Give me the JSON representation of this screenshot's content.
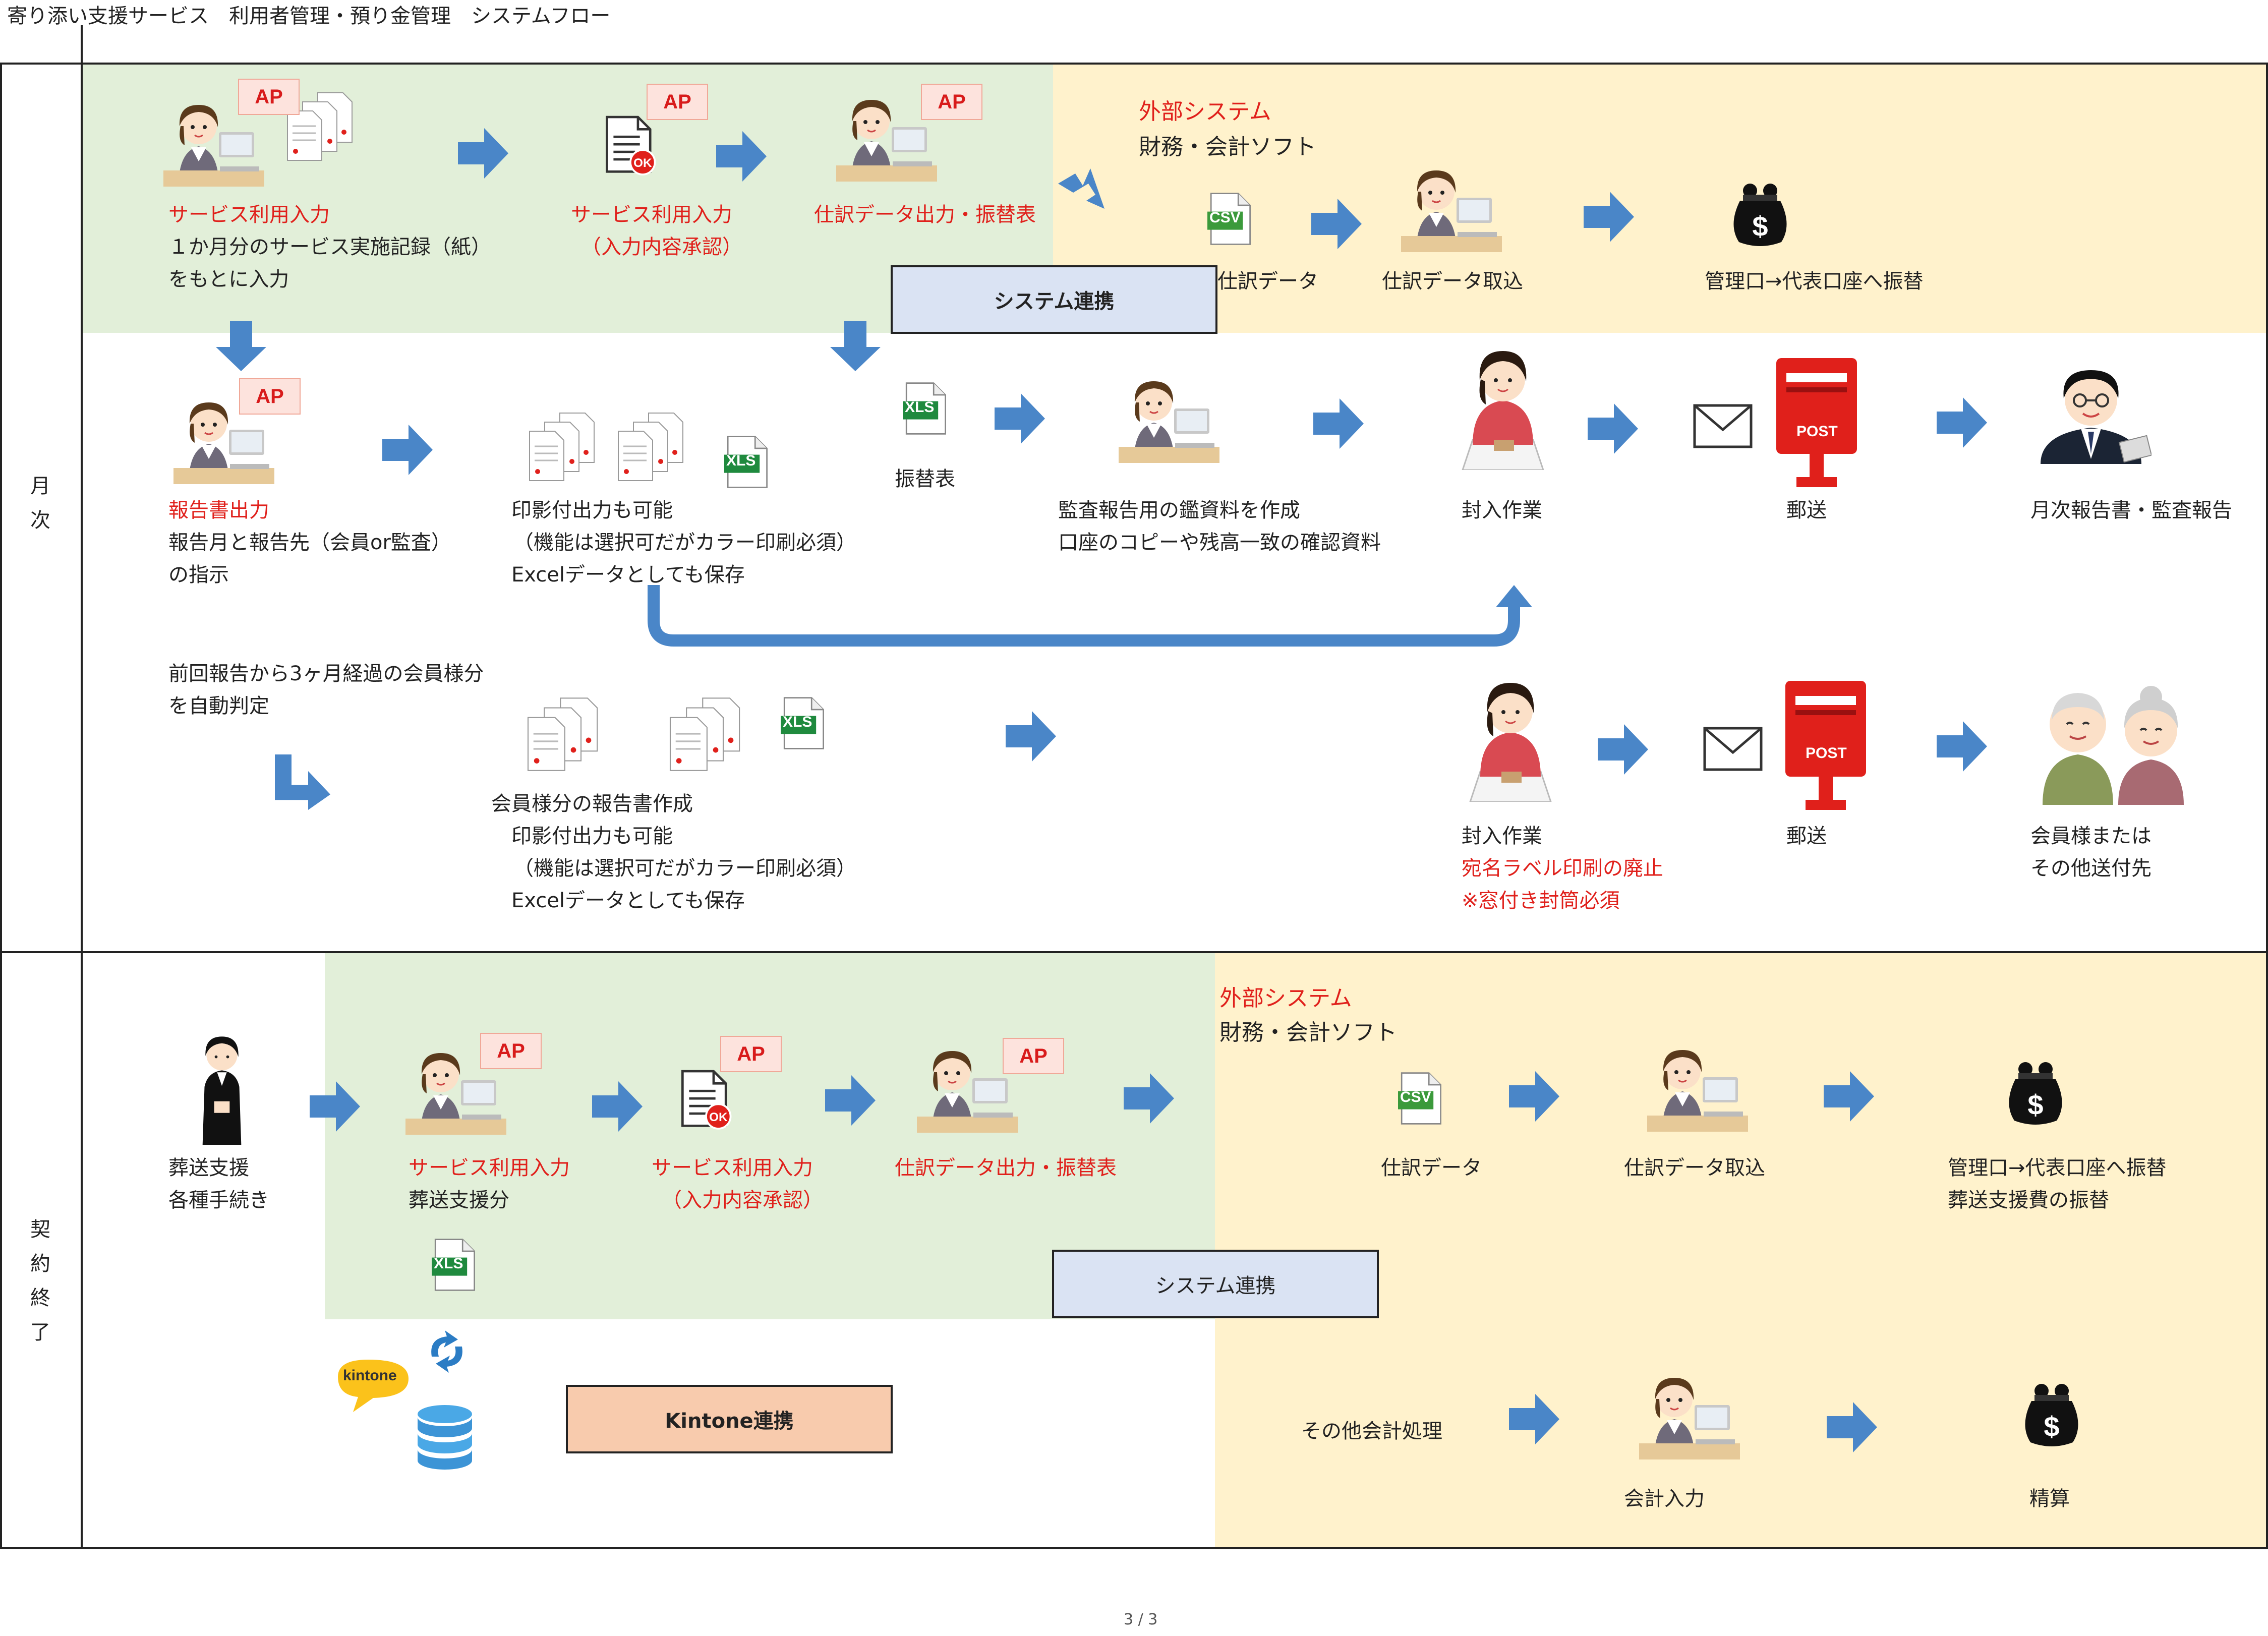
{
  "title": "寄り添い支援サービス　利用者管理・預り金管理　システムフロー",
  "footer": "3 / 3",
  "colors": {
    "green": "#e2efd9",
    "yellow": "#fff2cc",
    "blue_box": "#dae3f3",
    "orange_box": "#f8cbad",
    "arrow": "#4a86c8",
    "red": "#e0201b"
  },
  "sections": {
    "monthly": "月\n次",
    "contract_end": "契\n約\n終\n了"
  },
  "badges": {
    "ap": "AP",
    "csv": "CSV",
    "xls": "XLS",
    "post": "POST",
    "kintone": "kintone"
  },
  "monthly": {
    "row1": {
      "service_input_title": "サービス利用入力",
      "service_input_desc1": "１か月分のサービス実施記録（紙）",
      "service_input_desc2": "をもとに入力",
      "approval_title": "サービス利用入力",
      "approval_sub": "（入力内容承認）",
      "journal_output": "仕訳データ出力・振替表",
      "external_title": "外部システム",
      "external_sub": "財務・会計ソフト",
      "journal_data": "仕訳データ",
      "journal_import": "仕訳データ取込",
      "transfer": "管理口→代表口座へ振替",
      "system_link": "システム連携"
    },
    "row2": {
      "report_title": "報告書出力",
      "report_desc1": "報告月と報告先（会員or監査）",
      "report_desc2": "の指示",
      "print_desc1": "印影付出力も可能",
      "print_desc2": "（機能は選択可だがカラー印刷必須）",
      "print_desc3": "Excelデータとしても保存",
      "transfer_sheet": "振替表",
      "audit_desc1": "監査報告用の鑑資料を作成",
      "audit_desc2": "口座のコピーや残高一致の確認資料",
      "enclose": "封入作業",
      "mail": "郵送",
      "monthly_report": "月次報告書・監査報告"
    },
    "row3": {
      "auto_desc1": "前回報告から3ヶ月経過の会員様分",
      "auto_desc2": "を自動判定",
      "member_report_title": "会員様分の報告書作成",
      "member_desc1": "印影付出力も可能",
      "member_desc2": "（機能は選択可だがカラー印刷必須）",
      "member_desc3": "Excelデータとしても保存",
      "enclose": "封入作業",
      "label_abolish": "宛名ラベル印刷の廃止",
      "window_envelope": "※窓付き封筒必須",
      "mail": "郵送",
      "dest1": "会員様または",
      "dest2": "その他送付先"
    }
  },
  "contract": {
    "funeral_title": "葬送支援",
    "funeral_sub": "各種手続き",
    "service_input_title": "サービス利用入力",
    "service_input_sub": "葬送支援分",
    "approval_title": "サービス利用入力",
    "approval_sub": "（入力内容承認）",
    "journal_output": "仕訳データ出力・振替表",
    "external_title": "外部システム",
    "external_sub": "財務・会計ソフト",
    "journal_data": "仕訳データ",
    "journal_import": "仕訳データ取込",
    "transfer1": "管理口→代表口座へ振替",
    "transfer2": "葬送支援費の振替",
    "system_link": "システム連携",
    "kintone_link": "Kintone連携",
    "other_accounting": "その他会計処理",
    "accounting_input": "会計入力",
    "settlement": "精算"
  }
}
